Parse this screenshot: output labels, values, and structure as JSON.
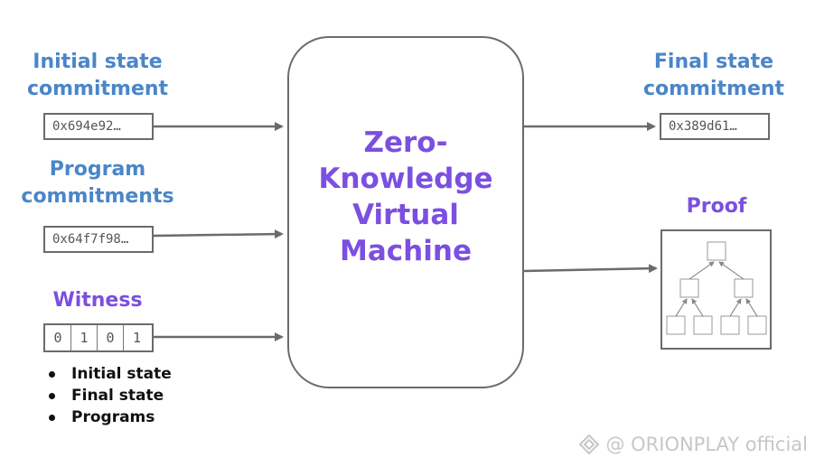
{
  "inputs": {
    "initial_state": {
      "label_line1": "Initial state",
      "label_line2": "commitment",
      "value": "0x694e92…"
    },
    "program": {
      "label_line1": "Program",
      "label_line2": "commitments",
      "value": "0x64f7f98…"
    },
    "witness": {
      "label": "Witness",
      "bits": [
        "0",
        "1",
        "0",
        "1"
      ],
      "items": [
        "Initial state",
        "Final state",
        "Programs"
      ]
    }
  },
  "vm": {
    "line1": "Zero-",
    "line2": "Knowledge",
    "line3": "Virtual",
    "line4": "Machine"
  },
  "outputs": {
    "final_state": {
      "label_line1": "Final state",
      "label_line2": "commitment",
      "value": "0x389d61…"
    },
    "proof": {
      "label": "Proof"
    }
  },
  "watermark": {
    "text": "@ ORIONPLAY official",
    "icon": "diamond-logo-icon"
  },
  "colors": {
    "blue_label": "#4a86c8",
    "purple_accent": "#7b4fe0",
    "border_gray": "#6b6b6b",
    "watermark": "#c7c7c7"
  }
}
